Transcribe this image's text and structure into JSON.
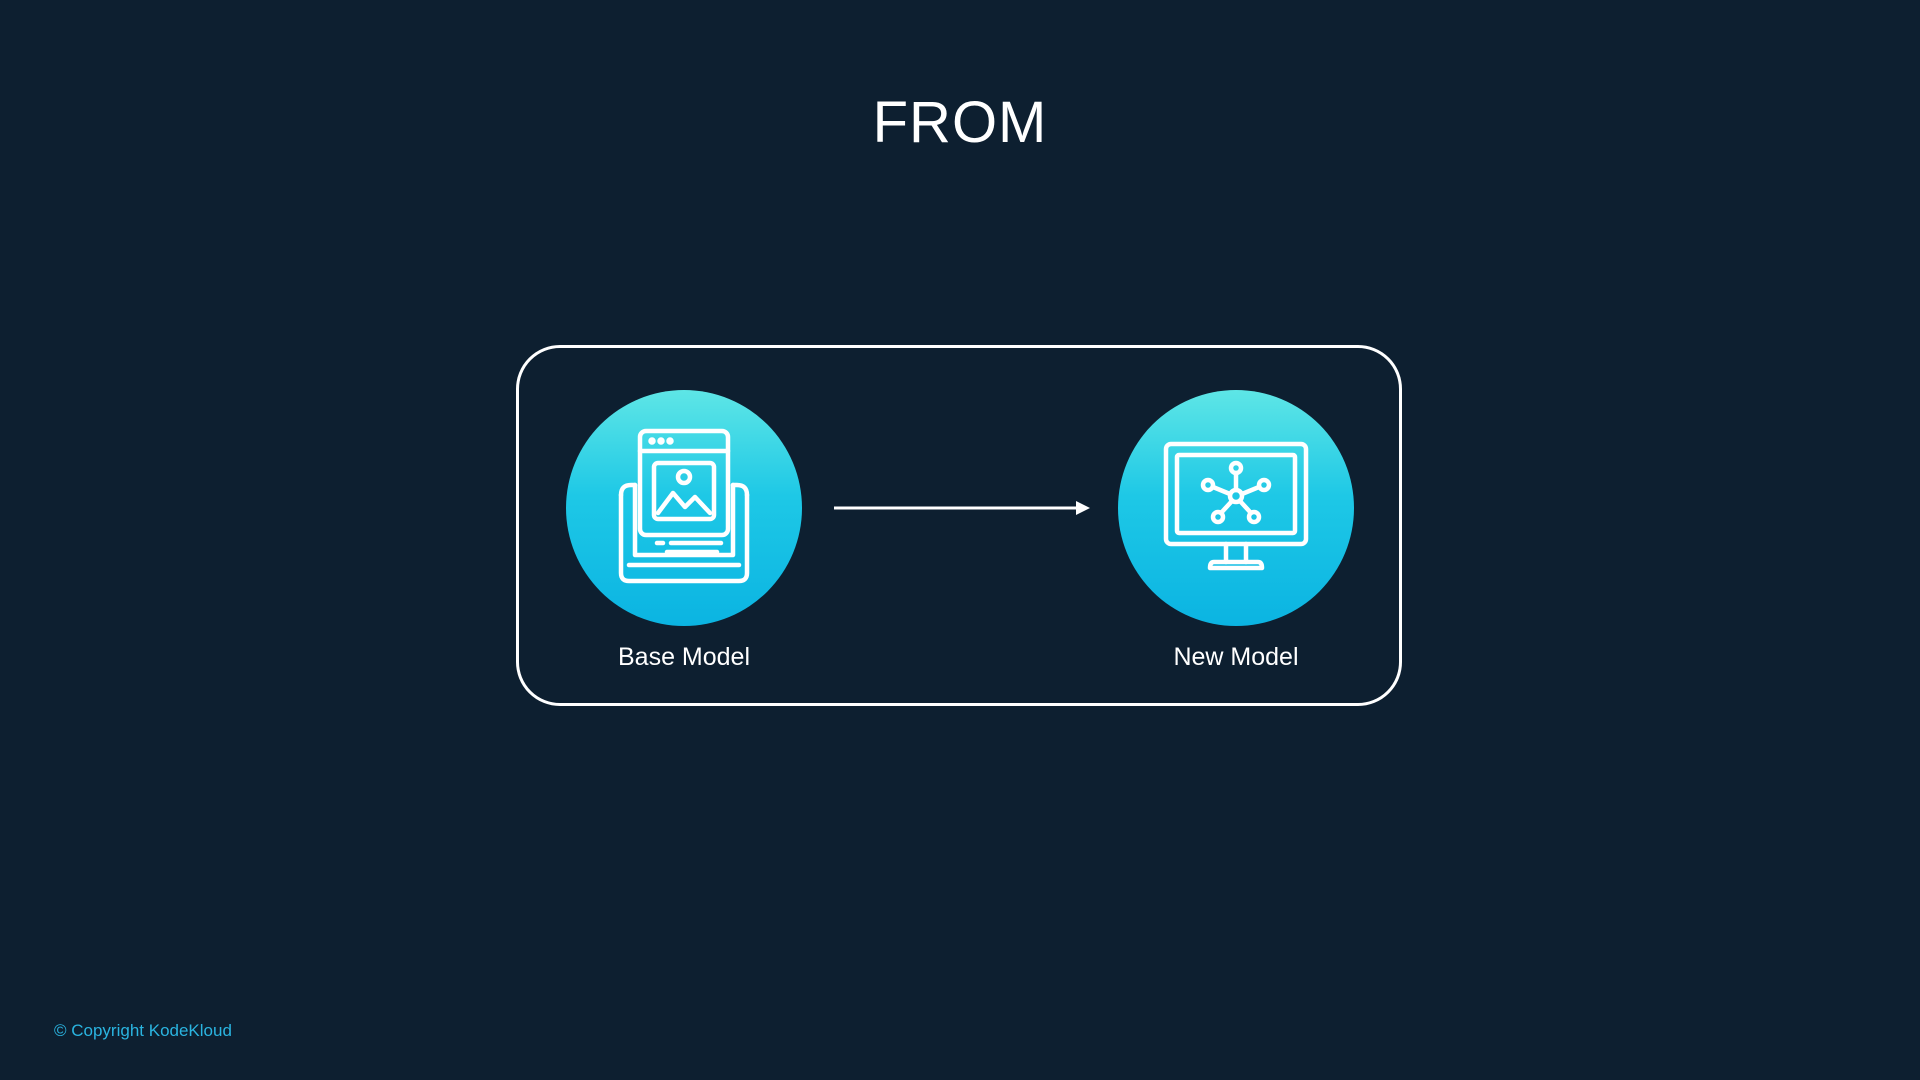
{
  "slide": {
    "title": "FROM"
  },
  "diagram": {
    "source": {
      "label": "Base Model",
      "icon": "document-image-icon"
    },
    "target": {
      "label": "New Model",
      "icon": "monitor-network-icon"
    },
    "connector": "arrow-right-icon"
  },
  "footer": {
    "copyright": "© Copyright KodeKloud"
  },
  "colors": {
    "background": "#0d1f30",
    "circle_top": "#5ee6e6",
    "circle_bottom": "#0bb4e2",
    "copyright": "#2ab4e0",
    "stroke": "#ffffff"
  }
}
